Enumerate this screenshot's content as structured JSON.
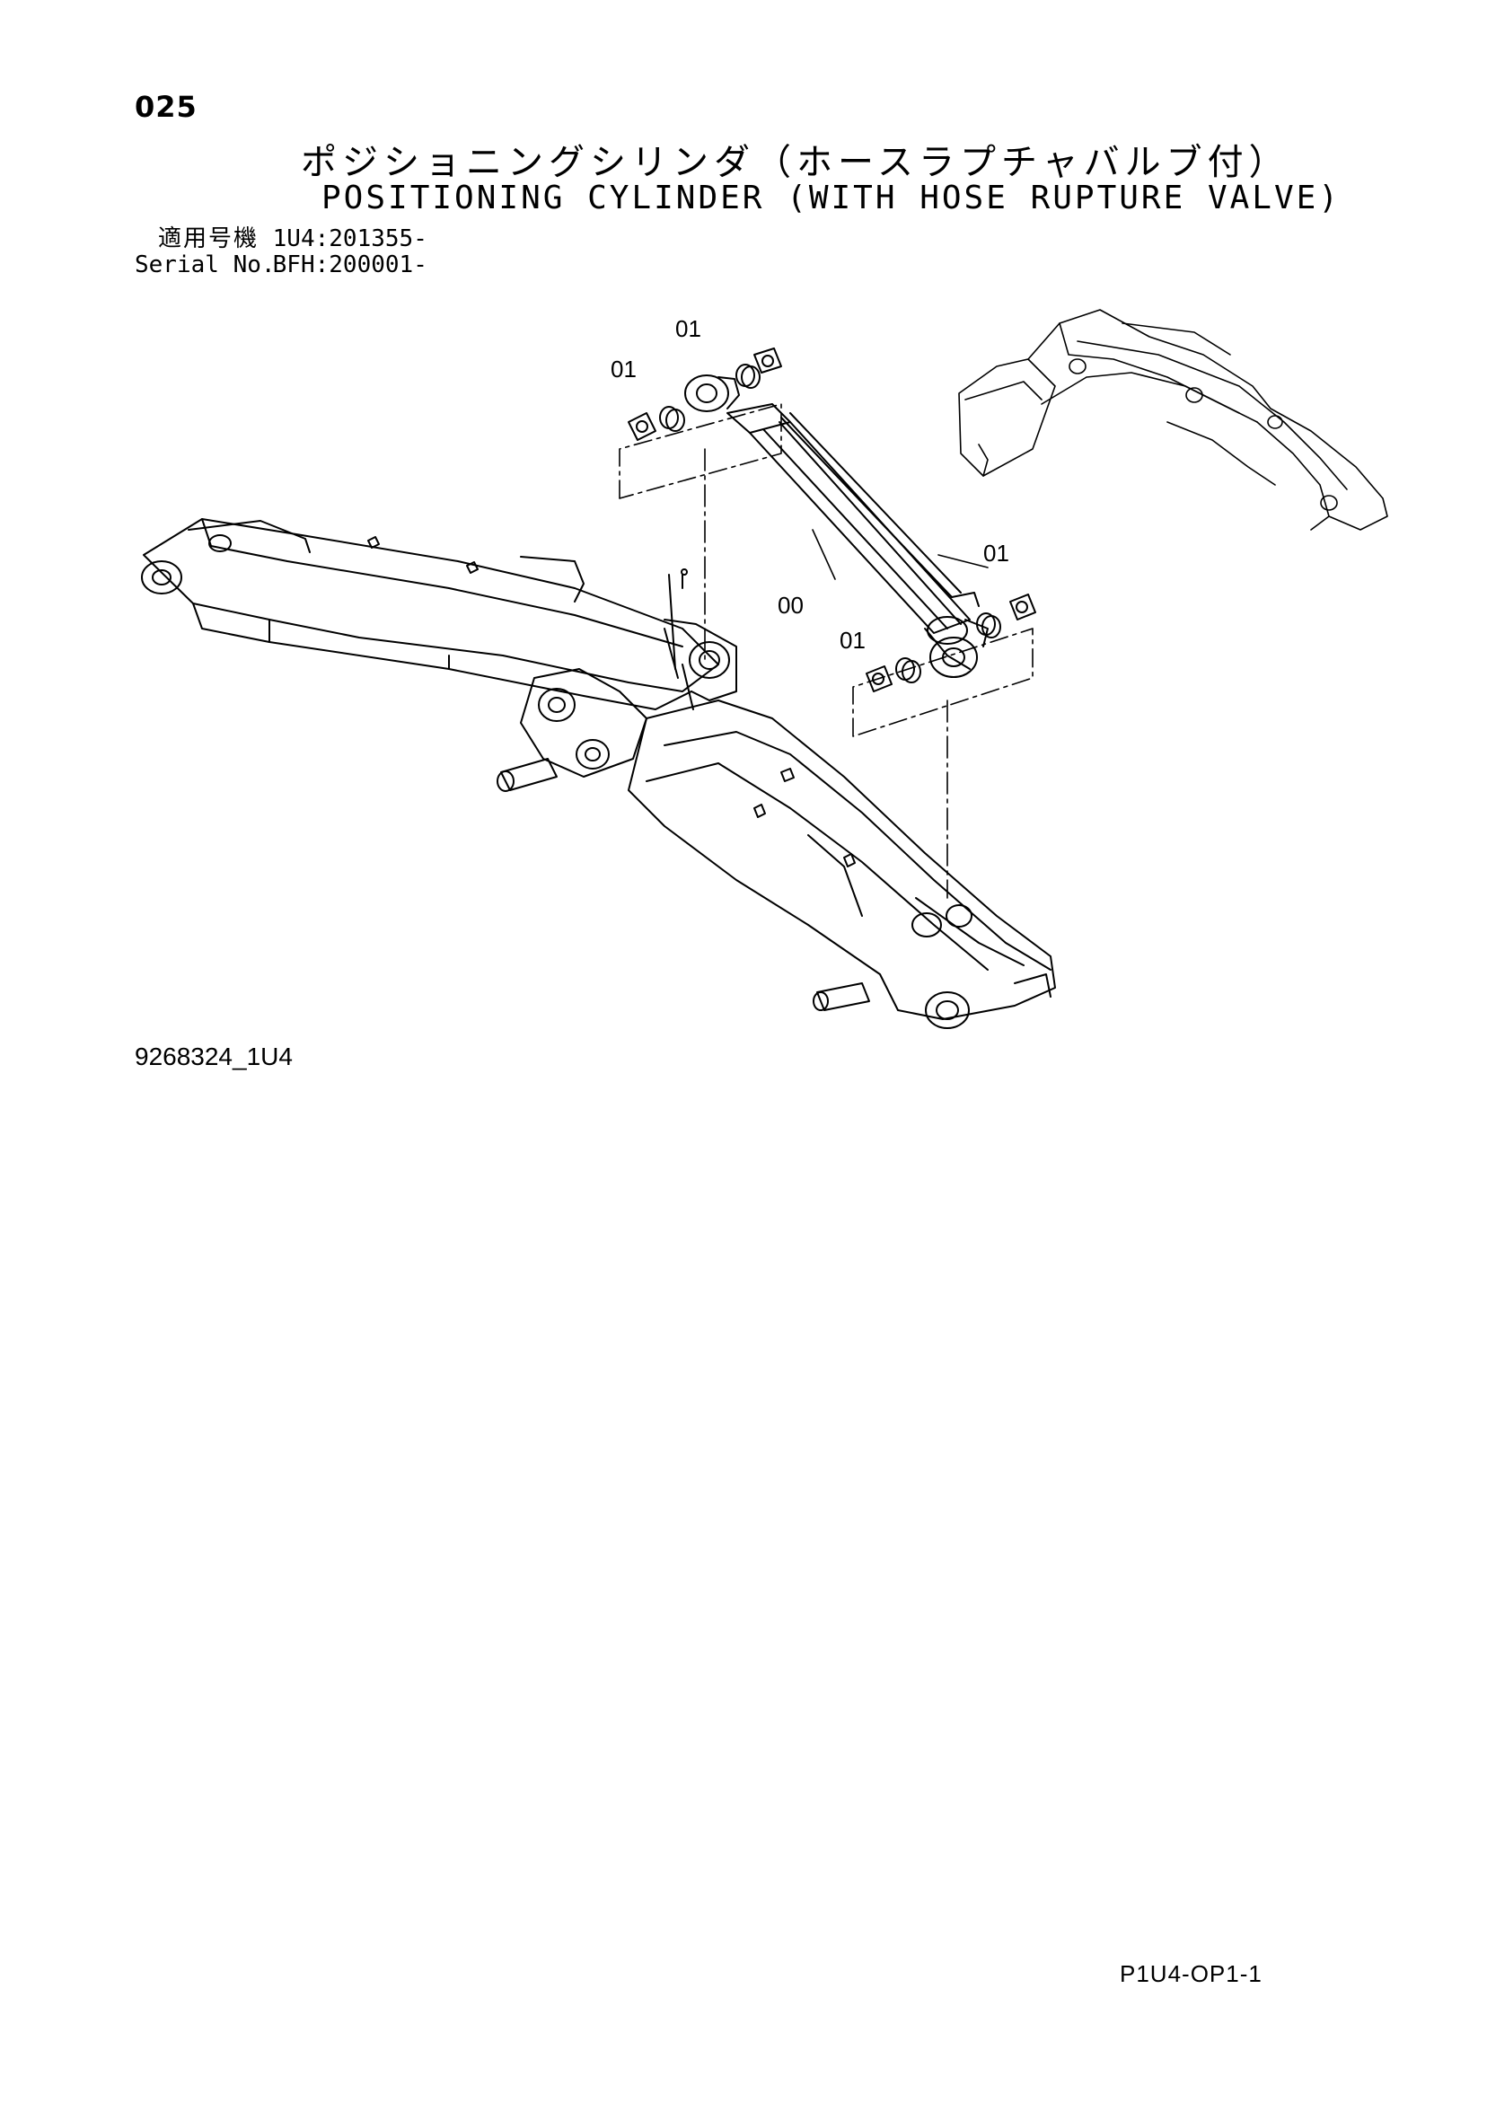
{
  "header": {
    "page_number": "025",
    "title_ja": "ポジショニングシリンダ（ホースラプチャバルブ付）",
    "title_en": "POSITIONING CYLINDER (WITH HOSE RUPTURE VALVE)"
  },
  "applicability": {
    "label_ja": "適用号機",
    "value_ja": "1U4:201355-",
    "label_en": "Serial No.",
    "value_en": "BFH:200001-"
  },
  "diagram": {
    "callouts": [
      "01",
      "01",
      "00",
      "01",
      "01"
    ]
  },
  "footer": {
    "drawing_id": "9268324_1U4",
    "sheet_code": "P1U4-OP1-1"
  }
}
